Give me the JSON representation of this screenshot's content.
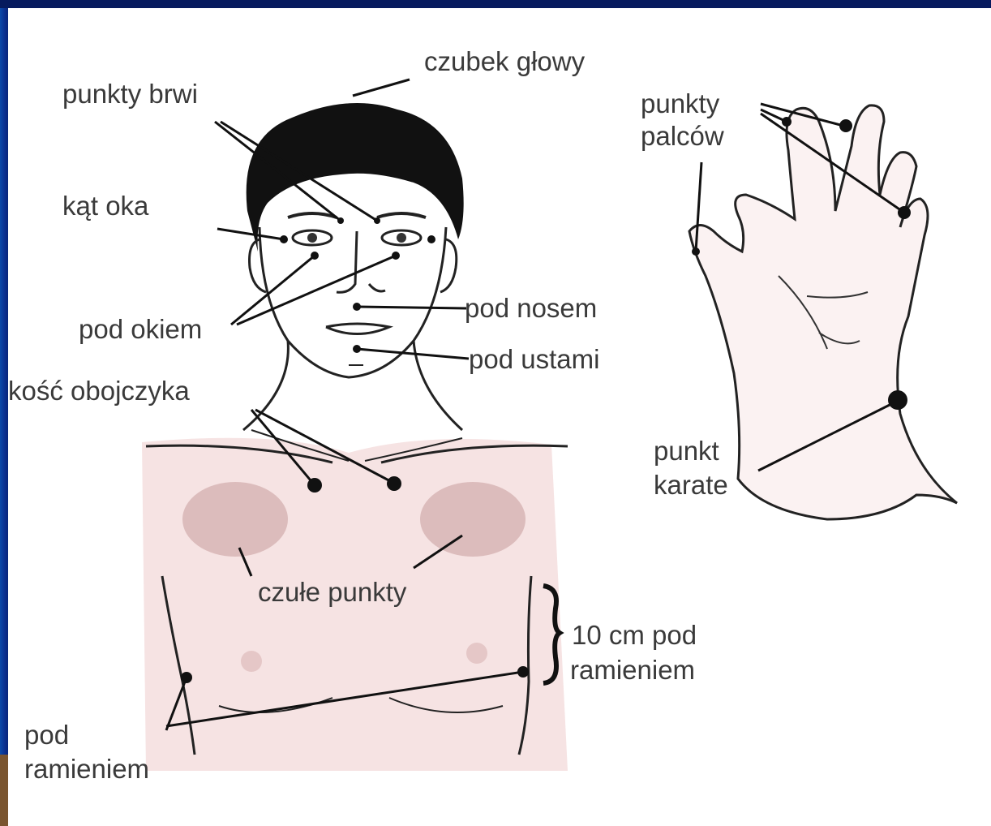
{
  "labels": {
    "czubek_glowy": "czubek głowy",
    "punkty_brwi": "punkty brwi",
    "kat_oka": "kąt oka",
    "pod_okiem": "pod okiem",
    "kosc_obojczyka": "kość obojczyka",
    "pod_nosem": "pod nosem",
    "pod_ustami": "pod ustami",
    "czule_punkty": "czułe punkty",
    "cm_pod_line1": "10 cm pod",
    "cm_pod_line2": "ramieniem",
    "pod_ramieniem_line1": "pod",
    "pod_ramieniem_line2": "ramieniem",
    "punkty_palcow_line1": "punkty",
    "punkty_palcow_line2": "palców",
    "punkt_karate_line1": "punkt",
    "punkt_karate_line2": "karate"
  },
  "colors": {
    "frame": "#0a2a8a",
    "skin": "#f3dcdc",
    "areola": "#d9b3b3",
    "ink": "#111111",
    "label": "#3a3a3a"
  }
}
